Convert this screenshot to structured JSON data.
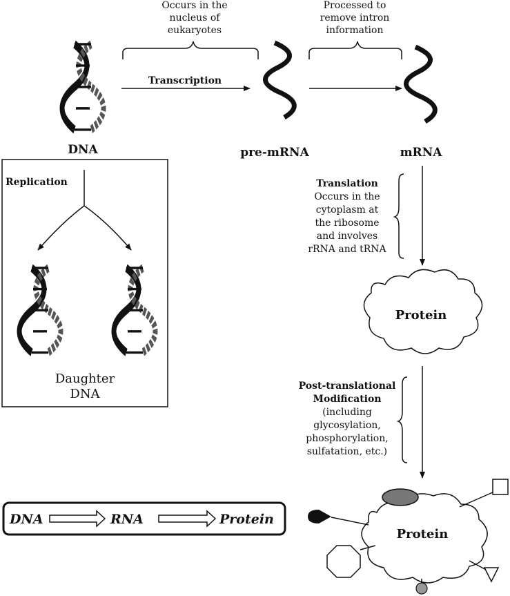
{
  "nodes": {
    "dna": "DNA",
    "pre_mrna": "pre-mRNA",
    "mrna": "mRNA",
    "protein1": "Protein",
    "protein2": "Protein",
    "daughter_1": "Daughter",
    "daughter_2": "DNA"
  },
  "processes": {
    "transcription": "Transcription",
    "replication": "Replication",
    "translation": "Translation",
    "post_translational_1": "Post-translational",
    "post_translational_2": "Modification"
  },
  "notes": {
    "nucleus": [
      "Occurs in the",
      "nucleus of",
      "eukaryotes"
    ],
    "intron": [
      "Processed to",
      "remove intron",
      "information"
    ],
    "translation": [
      "Occurs in the",
      "cytoplasm at",
      "the ribosome",
      "and involves",
      "rRNA and tRNA"
    ],
    "post_translational": [
      "(including",
      "glycosylation,",
      "phosphorylation,",
      "sulfatation, etc.)"
    ]
  },
  "dogma": {
    "dna": "DNA",
    "rna": "RNA",
    "protein": "Protein"
  }
}
